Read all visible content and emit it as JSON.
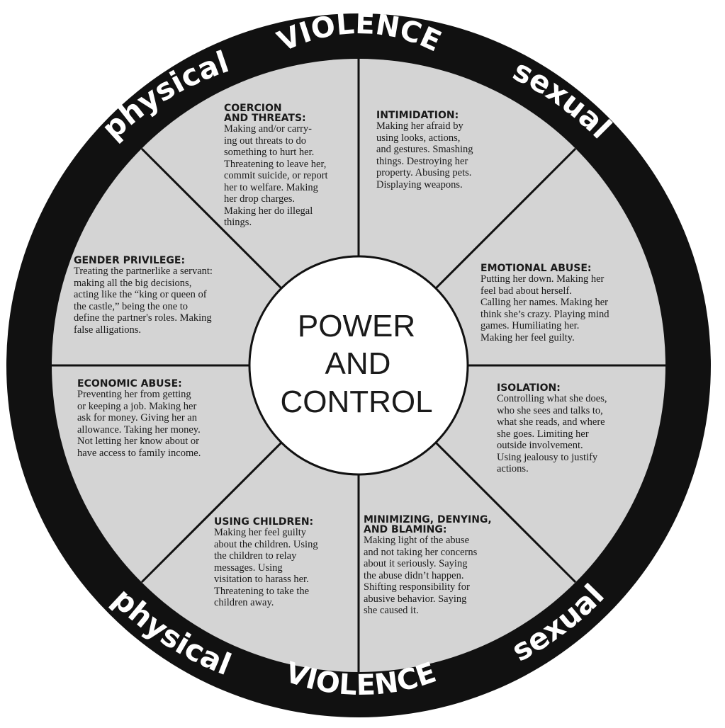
{
  "center": {
    "line1": "POWER",
    "line2": "AND",
    "line3": "CONTROL"
  },
  "ring": {
    "top": "VIOLENCE",
    "bottom": "VIOLENCE",
    "top_left": "physical",
    "top_right": "sexual",
    "bottom_left": "physical",
    "bottom_right": "sexual"
  },
  "segments": [
    {
      "title": "COERCION\nAND THREATS:",
      "text": "Making and/or carry-\ning out threats to do\nsomething to hurt her.\nThreatening to leave her,\ncommit suicide, or report\nher to welfare.  Making\nher drop charges.\nMaking her do illegal\nthings."
    },
    {
      "title": "INTIMIDATION:",
      "text": "Making her afraid by\nusing looks, actions,\nand gestures.  Smashing\nthings.  Destroying her\nproperty.  Abusing pets.\nDisplaying weapons."
    },
    {
      "title": "EMOTIONAL ABUSE:",
      "text": "Putting her down.  Making her\nfeel bad about herself.\nCalling her names.  Making her\nthink she’s crazy.  Playing mind\ngames.  Humiliating her.\nMaking her feel guilty."
    },
    {
      "title": "ISOLATION:",
      "text": "Controlling what she does,\nwho she sees and talks to,\nwhat she reads, and where\nshe goes.  Limiting her\noutside involvement.\nUsing jealousy to justify\nactions."
    },
    {
      "title": "MINIMIZING, DENYING,\nAND BLAMING:",
      "text": "Making light of the abuse\nand not taking her concerns\nabout it seriously.  Saying\nthe abuse didn’t happen.\nShifting responsibility for\nabusive behavior.  Saying\nshe caused it."
    },
    {
      "title": "USING CHILDREN:",
      "text": "Making her feel guilty\nabout the children.  Using\nthe children to relay\nmessages.  Using\nvisitation to harass her.\nThreatening to take the\nchildren away."
    },
    {
      "title": "ECONOMIC ABUSE:",
      "text": "Preventing her from getting\nor keeping a job.  Making her\nask for money.  Giving her an\nallowance.  Taking her money.\nNot letting her know about or\nhave access to family income."
    },
    {
      "title": "GENDER PRIVILEGE:",
      "text": "Treating the partnerlike a servant:\nmaking all the big decisions,\nacting like the “king or queen of\nthe castle,” being the one to\ndefine the partner's roles. Making\nfalse alligations."
    }
  ],
  "colors": {
    "ring": "#111111",
    "segment_fill": "#d4d4d4",
    "center_fill": "#ffffff",
    "divider": "#111111"
  }
}
